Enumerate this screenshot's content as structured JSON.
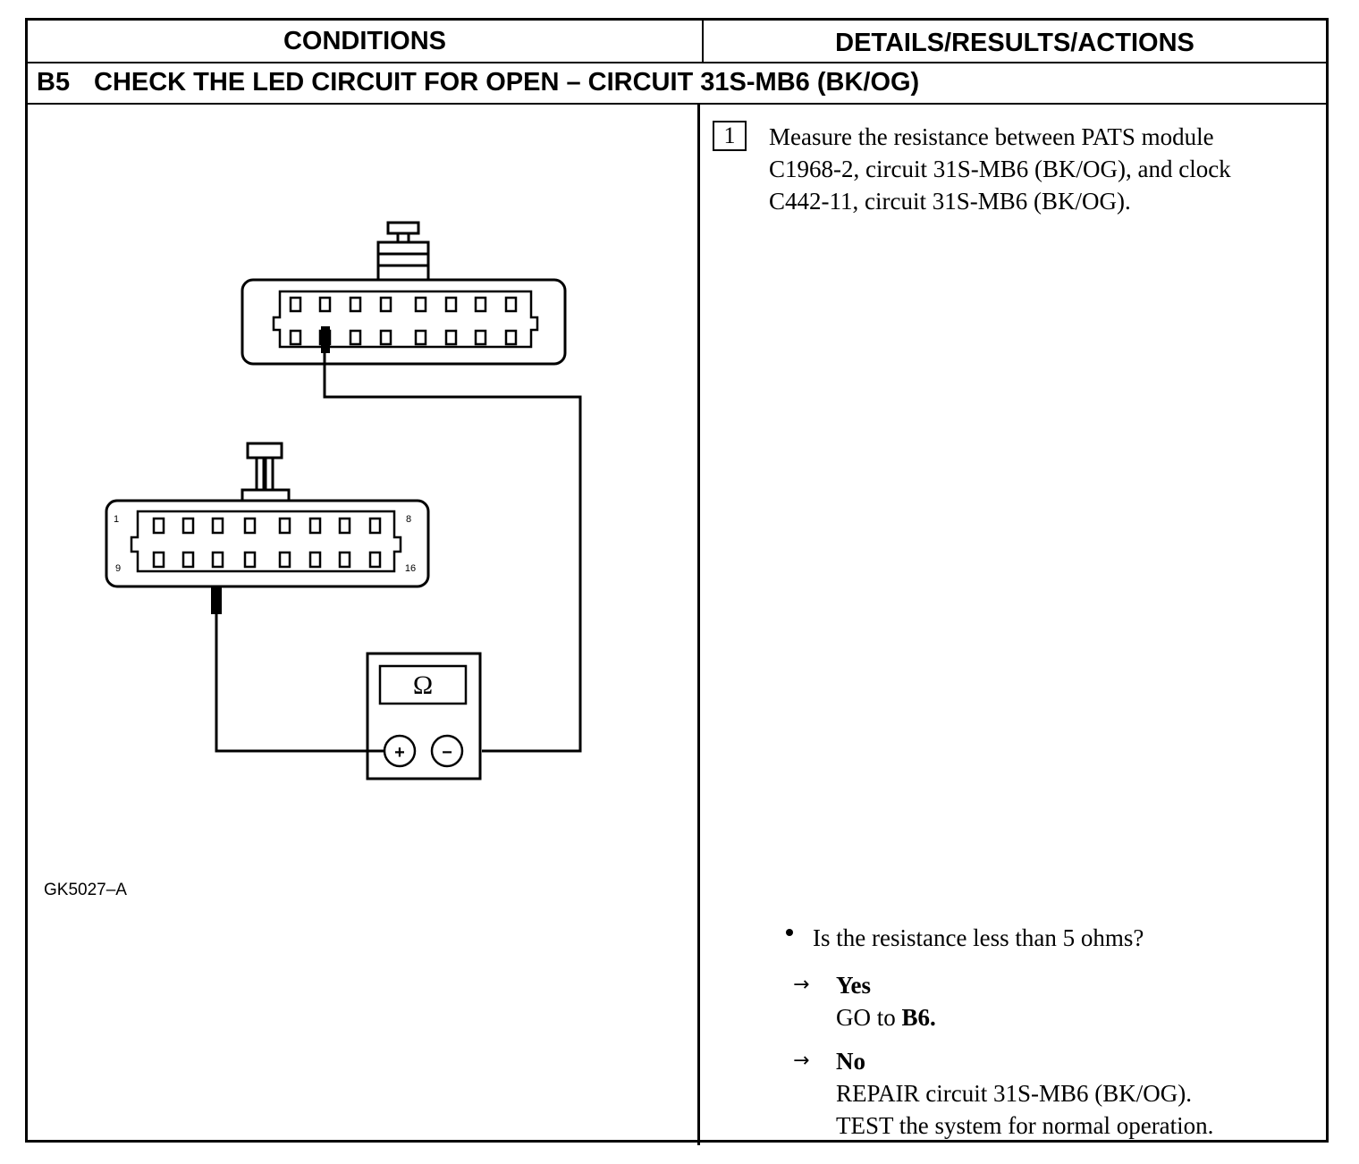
{
  "header": {
    "conditions": "CONDITIONS",
    "details": "DETAILS/RESULTS/ACTIONS"
  },
  "step": {
    "id": "B5",
    "title": "CHECK THE LED CIRCUIT FOR OPEN – CIRCUIT 31S-MB6 (BK/OG)"
  },
  "figure": {
    "id": "GK5027–A",
    "connector_lower_pins": {
      "top_left": "1",
      "top_right": "8",
      "bottom_left": "9",
      "bottom_right": "16"
    },
    "meter_symbol": "Ω",
    "meter_plus": "+",
    "meter_minus": "−"
  },
  "action": {
    "step_number": "1",
    "instruction_lines": [
      "Measure the resistance between PATS module",
      "C1968-2, circuit 31S-MB6 (BK/OG), and clock",
      "C442-11, circuit 31S-MB6 (BK/OG)."
    ],
    "question": "Is the resistance less than 5 ohms?",
    "yes_label": "Yes",
    "yes_text_prefix": "GO to ",
    "yes_text_target": "B6.",
    "no_label": "No",
    "no_lines": [
      "REPAIR circuit 31S-MB6 (BK/OG).",
      "TEST the system for normal operation."
    ],
    "arrow": "→"
  }
}
